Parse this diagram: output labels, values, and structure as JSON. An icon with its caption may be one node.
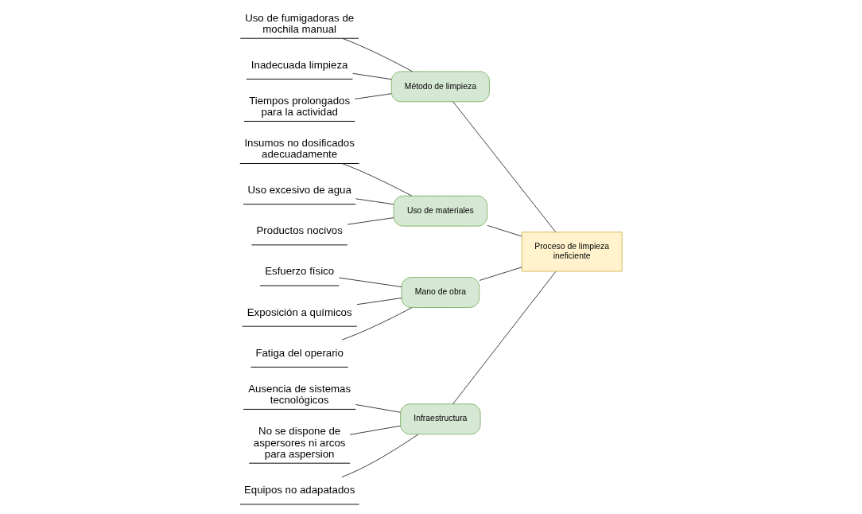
{
  "diagram": {
    "nodes": [
      {
        "text": [
          "Infraestructura"
        ]
      },
      {
        "text": [
          "Método de limpieza"
        ]
      },
      {
        "text": [
          "Ausencia de sistemas tecnológicos"
        ]
      },
      {
        "text": [
          "No se dispone de aspersores ni arcos para aspersion"
        ]
      },
      {
        "text": [
          "Equipos no adapatados"
        ]
      },
      {
        "text": [
          "Uso de fumigadoras de mochila manual"
        ]
      },
      {
        "text": [
          "Inadecuada limpieza"
        ]
      },
      {
        "text": [
          "Tiempos prolongados para la actividad"
        ]
      },
      {
        "text": [
          "Proceso de limpieza ineficiente"
        ]
      },
      {
        "text": [
          "Insumos no dosificados adecuadamente"
        ]
      },
      {
        "text": [
          "Esfuerzo físico"
        ]
      },
      {
        "text": [
          "Uso excesivo de agua"
        ]
      },
      {
        "text": [
          "Exposición a químicos"
        ]
      },
      {
        "text": [
          "Productos nocivos"
        ]
      },
      {
        "text": [
          "Fatiga del operario"
        ]
      },
      {
        "text": [
          "Uso de materiales"
        ]
      },
      {
        "text": [
          "Mano de obra"
        ]
      }
    ],
    "edges": [
      {
        "from": 2,
        "to": 0,
        "arrow": "none"
      },
      {
        "from": 3,
        "to": 0,
        "arrow": "none"
      },
      {
        "from": 4,
        "to": 0,
        "arrow": "none"
      },
      {
        "from": 5,
        "to": 1,
        "arrow": "none"
      },
      {
        "from": 6,
        "to": 1,
        "arrow": "none"
      },
      {
        "from": 7,
        "to": 1,
        "arrow": "none"
      },
      {
        "from": 9,
        "to": 15,
        "arrow": "none"
      },
      {
        "from": 11,
        "to": 15,
        "arrow": "none"
      },
      {
        "from": 13,
        "to": 15,
        "arrow": "none"
      },
      {
        "from": 10,
        "to": 16,
        "arrow": "none"
      },
      {
        "from": 12,
        "to": 16,
        "arrow": "none"
      },
      {
        "from": 14,
        "to": 16,
        "arrow": "none"
      },
      {
        "from": 0,
        "to": 8,
        "arrow": "none"
      },
      {
        "from": 1,
        "to": 8,
        "arrow": "none"
      },
      {
        "from": 15,
        "to": 8,
        "arrow": "none"
      },
      {
        "from": 16,
        "to": 8,
        "arrow": "none"
      }
    ]
  }
}
